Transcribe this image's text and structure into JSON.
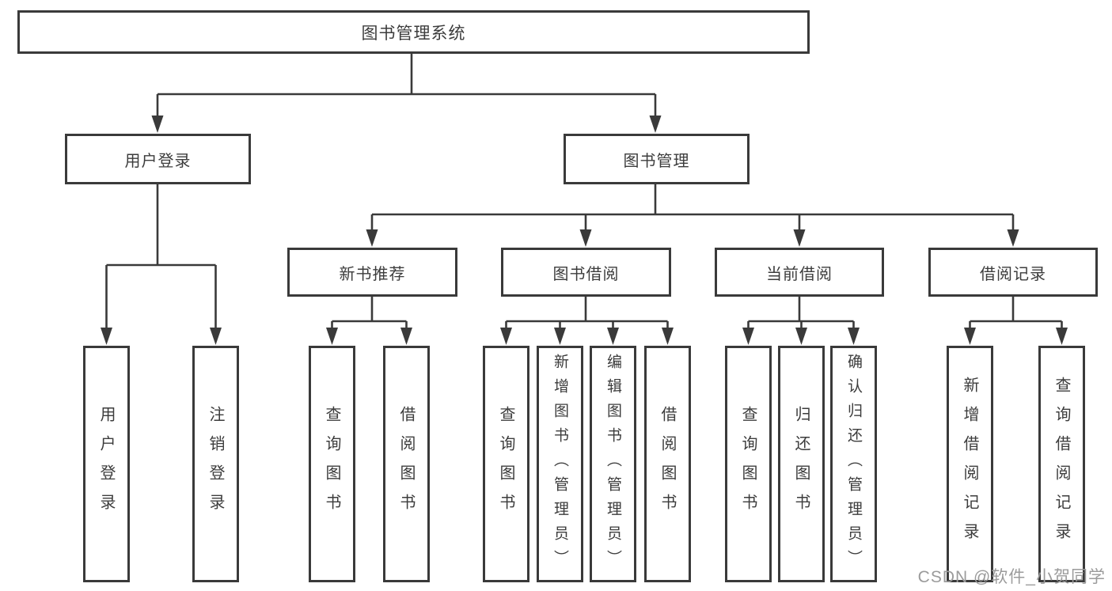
{
  "tree": {
    "label": "图书管理系统",
    "children": [
      {
        "label": "用户登录",
        "children": [
          {
            "label": "用户登录"
          },
          {
            "label": "注销登录"
          }
        ]
      },
      {
        "label": "图书管理",
        "children": [
          {
            "label": "新书推荐",
            "children": [
              {
                "label": "查询图书"
              },
              {
                "label": "借阅图书"
              }
            ]
          },
          {
            "label": "图书借阅",
            "children": [
              {
                "label": "查询图书"
              },
              {
                "label": "新增图书（管理员）"
              },
              {
                "label": "编辑图书（管理员）"
              },
              {
                "label": "借阅图书"
              }
            ]
          },
          {
            "label": "当前借阅",
            "children": [
              {
                "label": "查询图书"
              },
              {
                "label": "归还图书"
              },
              {
                "label": "确认归还（管理员）"
              }
            ]
          },
          {
            "label": "借阅记录",
            "children": [
              {
                "label": "新增借阅记录"
              },
              {
                "label": "查询借阅记录"
              }
            ]
          }
        ]
      }
    ]
  },
  "watermark": {
    "text": "CSDN @软件_小贺同学"
  },
  "colors": {
    "line": "#3a3a3a",
    "text": "#3c3c3c",
    "watermark": "#9b9b9b",
    "background": "#ffffff"
  }
}
